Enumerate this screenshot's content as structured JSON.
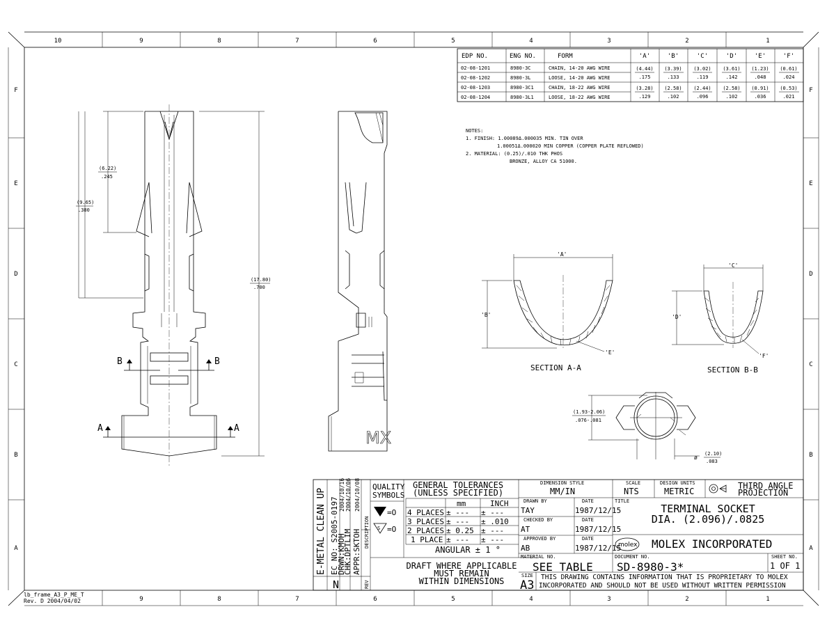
{
  "frame": {
    "cols_top": [
      "10",
      "9",
      "8",
      "7",
      "6",
      "5",
      "4",
      "3",
      "2",
      "1"
    ],
    "cols_bottom": [
      "9",
      "8",
      "7",
      "6",
      "5",
      "4",
      "3",
      "2",
      "1"
    ],
    "rows": [
      "F",
      "E",
      "D",
      "C",
      "B",
      "A"
    ],
    "frame_name": "lb_frame_A3_P_ME_T",
    "frame_rev": "Rev. D 2004/04/02"
  },
  "table": {
    "headers": [
      "EDP NO.",
      "ENG NO.",
      "FORM",
      "'A'",
      "'B'",
      "'C'",
      "'D'",
      "'E'",
      "'F'"
    ],
    "rows": [
      {
        "edp": "02-08-1201",
        "eng": "8980-3C",
        "form": "CHAIN, 14-20 AWG WIRE"
      },
      {
        "edp": "02-08-1202",
        "eng": "8980-3L",
        "form": "LOOSE, 14-20 AWG WIRE"
      },
      {
        "edp": "02-08-1203",
        "eng": "8980-3C1",
        "form": "CHAIN, 18-22 AWG WIRE"
      },
      {
        "edp": "02-08-1204",
        "eng": "8980-3L1",
        "form": "LOOSE, 18-22 AWG WIRE"
      }
    ],
    "dims": [
      {
        "top": [
          "(4.44)",
          "(3.39)",
          "(3.02)",
          "(3.61)",
          "(1.23)",
          "(0.61)"
        ],
        "bot": [
          ".175",
          ".133",
          ".119",
          ".142",
          ".048",
          ".024"
        ]
      },
      {
        "top": [
          "(3.28)",
          "(2.58)",
          "(2.44)",
          "(2.58)",
          "(0.91)",
          "(0.53)"
        ],
        "bot": [
          ".129",
          ".102",
          ".096",
          ".102",
          ".036",
          ".021"
        ]
      }
    ]
  },
  "notes": {
    "title": "NOTES:",
    "line1": "1. FINISH: 1.00089Δ.000035 MIN. TIN OVER",
    "line2": "1.00051Δ.000020 MIN COPPER (COPPER PLATE REFLOWED)",
    "line3": "2. MATERIAL: (0.25)/.010 THK PHOS",
    "line4": "BRONZE, ALLOY CA 51000."
  },
  "front_view": {
    "dim1_top": "(6.22)",
    "dim1_bot": ".245",
    "dim2_top": "(9.65)",
    "dim2_bot": ".380",
    "dim3_top": "(17.80)",
    "dim3_bot": ".700",
    "label_b": "B",
    "label_a": "A"
  },
  "side_view": {
    "mark": "MX"
  },
  "section_aa": {
    "title": "SECTION A-A",
    "a": "'A'",
    "b": "'B'",
    "e": "'E'"
  },
  "section_bb": {
    "title": "SECTION B-B",
    "c": "'C'",
    "d": "'D'",
    "f": "'F'"
  },
  "end_view": {
    "dim1_top": "(1.93-2.06)",
    "dim1_bot": ".076-.081",
    "dia_sym": "ø",
    "dim2_top": "(2.10)",
    "dim2_bot": ".083"
  },
  "revision": {
    "desc": "E-METAL CLEAN UP",
    "ec": "EC NO: S2005-0197",
    "drwn": "DRWN:KMOH",
    "chkd": "CHK:DPTLIM",
    "appr": "APPR:SKTOH",
    "date1": "2004/10/16",
    "date2": "2004/10/06",
    "date3": "2004/10/08",
    "desc_label": "DESCRIPTION",
    "rev_label": "REV",
    "rev": "N"
  },
  "quality": {
    "title1": "QUALITY",
    "title2": "SYMBOLS",
    "eq1": "=O",
    "eq2": "=O"
  },
  "tolerances": {
    "title1": "GENERAL TOLERANCES",
    "title2": "(UNLESS SPECIFIED)",
    "mm": "mm",
    "inch": "INCH",
    "rows": [
      {
        "label": "4 PLACES",
        "mm": "± ---",
        "inch": "± ---"
      },
      {
        "label": "3 PLACES",
        "mm": "± ---",
        "inch": "± .010"
      },
      {
        "label": "2 PLACES",
        "mm": "± 0.25",
        "inch": "± ---"
      },
      {
        "label": "1 PLACE",
        "mm": "± ---",
        "inch": "± ---"
      }
    ],
    "angular": "ANGULAR ± 1 °",
    "draft1": "DRAFT WHERE APPLICABLE",
    "draft2": "MUST REMAIN",
    "draft3": "WITHIN DIMENSIONS"
  },
  "titleblock": {
    "dim_style_label": "DIMENSION STYLE",
    "dim_style": "MM/IN",
    "scale_label": "SCALE",
    "scale": "NTS",
    "units_label": "DESIGN UNITS",
    "units": "METRIC",
    "projection1": "THIRD ANGLE",
    "projection2": "PROJECTION",
    "drawn_label": "DRAWN BY",
    "drawn": "TAY",
    "checked_label": "CHECKED BY",
    "checked": "AT",
    "approved_label": "APPROVED BY",
    "approved": "AB",
    "date_label": "DATE",
    "date": "1987/12/15",
    "title_label": "TITLE",
    "title1": "TERMINAL SOCKET",
    "title2": "DIA. (2.096)/.0825",
    "logo": "molex",
    "company": "MOLEX INCORPORATED",
    "material_label": "MATERIAL NO.",
    "material": "SEE TABLE",
    "document_label": "DOCUMENT NO.",
    "document": "SD-8980-3*",
    "sheet_label": "SHEET NO.",
    "sheet": "1 OF 1",
    "size_label": "SIZE",
    "size": "A3",
    "prop1": "THIS DRAWING CONTAINS INFORMATION THAT IS PROPRIETARY TO MOLEX",
    "prop2": "INCORPORATED AND SHOULD NOT BE USED WITHOUT WRITTEN PERMISSION"
  }
}
